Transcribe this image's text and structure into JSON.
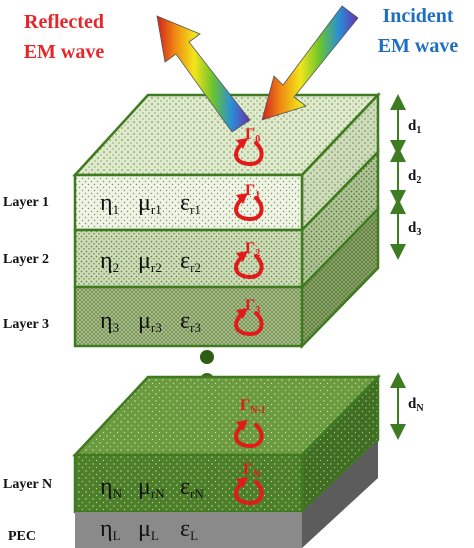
{
  "colors": {
    "reflected_title": "#e8262a",
    "incident_title": "#1f6fc0",
    "gamma": "#e21a1a",
    "top_green": "#6f9c3e",
    "front_light": "#eaf0df",
    "front_mid": "#c3d3a9",
    "front_hatch": "#8fa870",
    "front_dark": "#4a7d24",
    "pec": "#7d7d7d",
    "dim_arrow": "#3e7b23"
  },
  "titles": {
    "reflected": [
      "Reflected",
      "EM wave"
    ],
    "incident": [
      "Incident",
      "EM wave"
    ]
  },
  "layers": [
    {
      "label": "Layer 1",
      "eta": "η",
      "eta_sub": "1",
      "mu": "μ",
      "mu_sub": "r1",
      "eps": "ε",
      "eps_sub": "r1"
    },
    {
      "label": "Layer 2",
      "eta": "η",
      "eta_sub": "2",
      "mu": "μ",
      "mu_sub": "r2",
      "eps": "ε",
      "eps_sub": "r2"
    },
    {
      "label": "Layer 3",
      "eta": "η",
      "eta_sub": "3",
      "mu": "μ",
      "mu_sub": "r3",
      "eps": "ε",
      "eps_sub": "r3"
    },
    {
      "label": "Layer N",
      "eta": "η",
      "eta_sub": "N",
      "mu": "μ",
      "mu_sub": "rN",
      "eps": "ε",
      "eps_sub": "rN"
    },
    {
      "label": "PEC",
      "eta": "η",
      "eta_sub": "L",
      "mu": "μ",
      "mu_sub": "L",
      "eps": "ε",
      "eps_sub": "L"
    }
  ],
  "gammas": [
    {
      "sym": "Γ",
      "sub": "0"
    },
    {
      "sym": "Γ",
      "sub": "1"
    },
    {
      "sym": "Γ",
      "sub": "2"
    },
    {
      "sym": "Γ",
      "sub": "3"
    },
    {
      "sym": "Γ",
      "sub": "N-1"
    },
    {
      "sym": "Γ",
      "sub": "N"
    }
  ],
  "thicknesses": [
    {
      "sym": "d",
      "sub": "1"
    },
    {
      "sym": "d",
      "sub": "2"
    },
    {
      "sym": "d",
      "sub": "3"
    },
    {
      "sym": "d",
      "sub": "N"
    }
  ]
}
